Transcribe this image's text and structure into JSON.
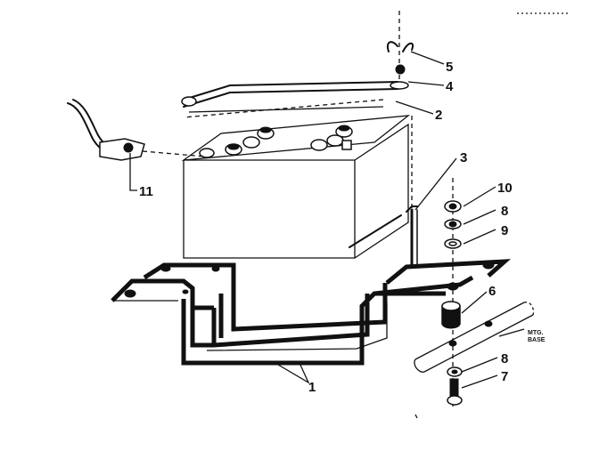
{
  "callouts": {
    "c1": "1",
    "c2": "2",
    "c3": "3",
    "c4": "4",
    "c5": "5",
    "c6": "6",
    "c7": "7",
    "c8a": "8",
    "c8b": "8",
    "c9": "9",
    "c10": "10",
    "c11": "11"
  },
  "mounting_base_label": [
    "MTG.",
    "BASE"
  ]
}
